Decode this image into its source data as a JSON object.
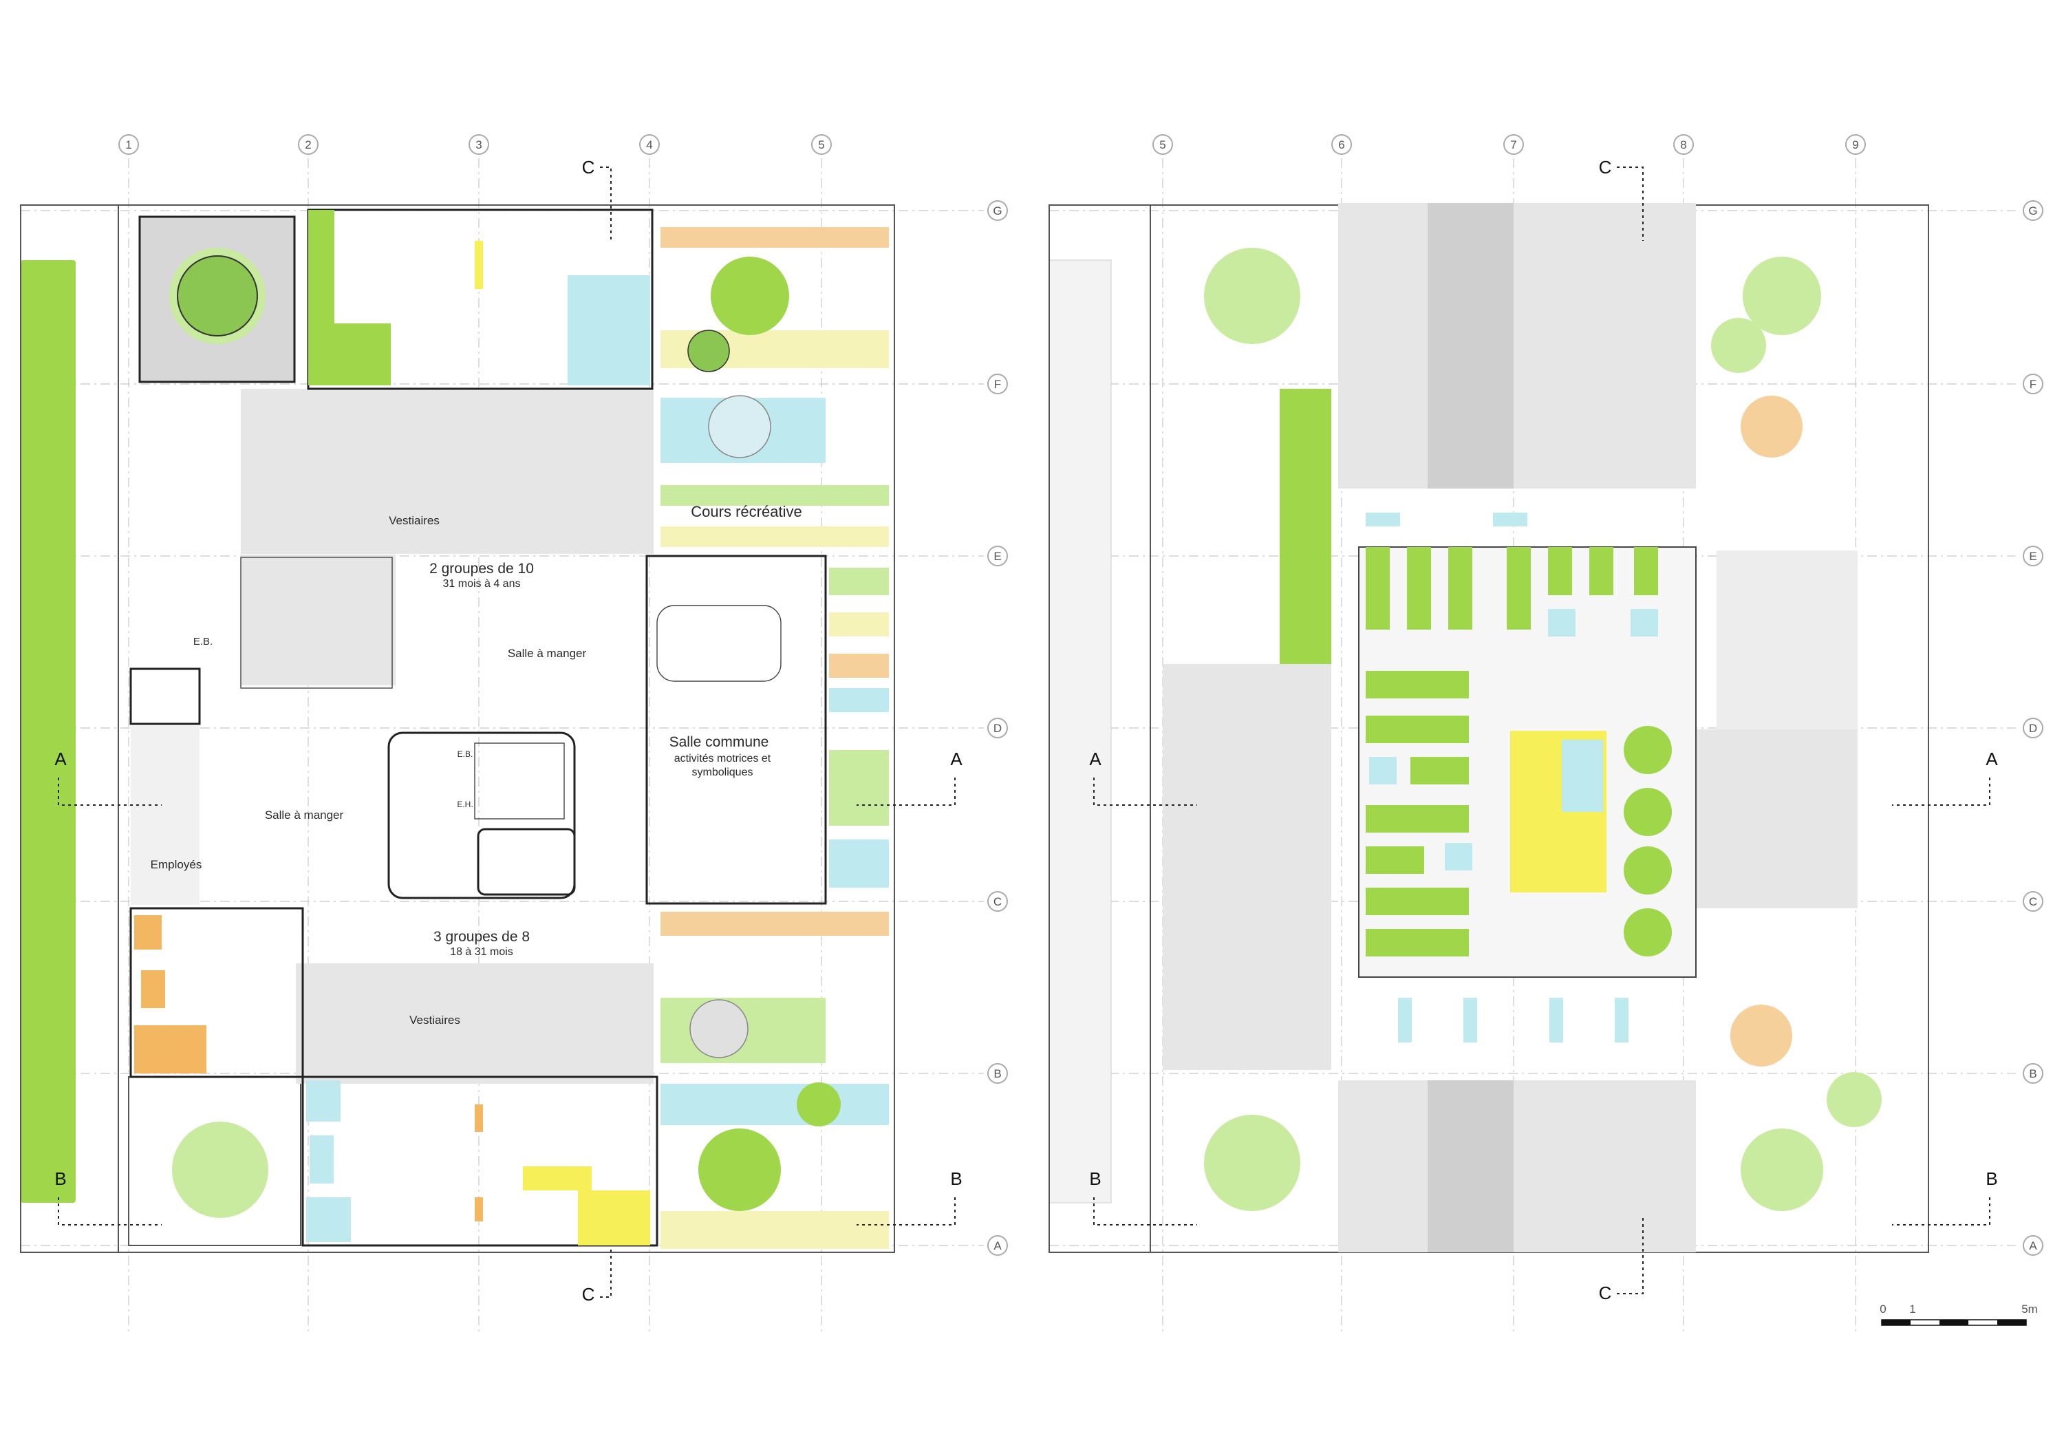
{
  "colors": {
    "green": "#9fd64a",
    "light_green": "#c9eb9f",
    "cyan": "#bde9ef",
    "yellow": "#f6ef57",
    "pale_yellow": "#f6f3b8",
    "orange": "#f2b760",
    "pale_orange": "#f6d09a",
    "gray": "#e6e6e6"
  },
  "grid": {
    "left_columns": [
      "1",
      "2",
      "3",
      "4",
      "5"
    ],
    "right_columns": [
      "5",
      "6",
      "7",
      "8",
      "9"
    ],
    "rows": [
      "G",
      "F",
      "E",
      "D",
      "C",
      "B",
      "A"
    ]
  },
  "sections": {
    "a": "A",
    "b": "B",
    "c": "C"
  },
  "rooms": {
    "cours": "Cours récréative",
    "vestiaires_top": "Vestiaires",
    "groupes10": "2 groupes de 10",
    "groupes10_age": "31 mois à 4 ans",
    "salle_manger_top": "Salle à manger",
    "salle_commune": "Salle commune",
    "salle_commune_sub1": "activités motrices et",
    "salle_commune_sub2": "symboliques",
    "salle_manger_left": "Salle à manger",
    "employes": "Employés",
    "eb_left": "E.B.",
    "eb_core": "E.B.",
    "eh_core": "E.H.",
    "groupes8": "3 groupes de 8",
    "groupes8_age": "18 à 31 mois",
    "vestiaires_bottom": "Vestiaires"
  },
  "scale_bar": {
    "label_0": "0",
    "label_1": "1",
    "label_5": "5m"
  }
}
